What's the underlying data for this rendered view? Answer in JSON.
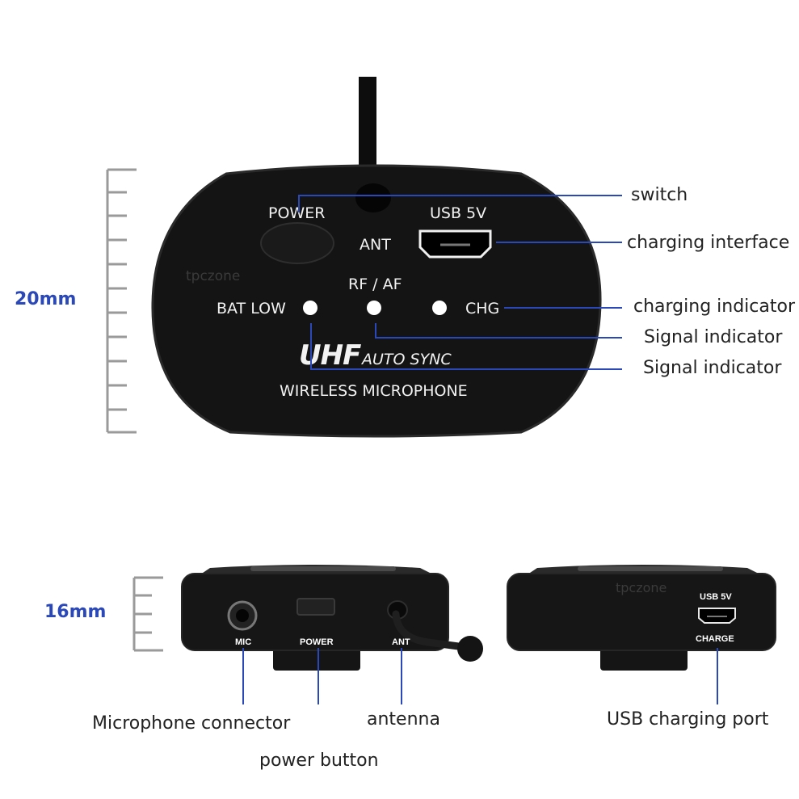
{
  "dimensions": {
    "top_height": "20mm",
    "bottom_height": "16mm"
  },
  "front_panel": {
    "power_label": "POWER",
    "usb_label": "USB 5V",
    "ant_label": "ANT",
    "rf_af_label": "RF / AF",
    "bat_low_label": "BAT LOW",
    "chg_label": "CHG",
    "brand": "UHF",
    "auto_sync": "AUTO SYNC",
    "product": "WIRELESS MICROPHONE",
    "watermark": "tpczone"
  },
  "callouts_top": {
    "switch": "switch",
    "charging_interface": "charging interface",
    "charging_indicator": "charging indicator",
    "signal_indicator_1": "Signal indicator",
    "signal_indicator_2": "Signal indicator"
  },
  "side_left": {
    "mic_label": "MIC",
    "power_label": "POWER",
    "ant_label": "ANT"
  },
  "side_right": {
    "usb_label": "USB 5V",
    "charge_label": "CHARGE",
    "watermark": "tpczone"
  },
  "callouts_bottom": {
    "mic_connector": "Microphone connector",
    "antenna": "antenna",
    "power_button": "power button",
    "usb_port": "USB charging port"
  },
  "colors": {
    "device": "#111111",
    "line": "#2b48b8",
    "dim": "#2b48b8",
    "ruler": "#9a9a9a"
  }
}
